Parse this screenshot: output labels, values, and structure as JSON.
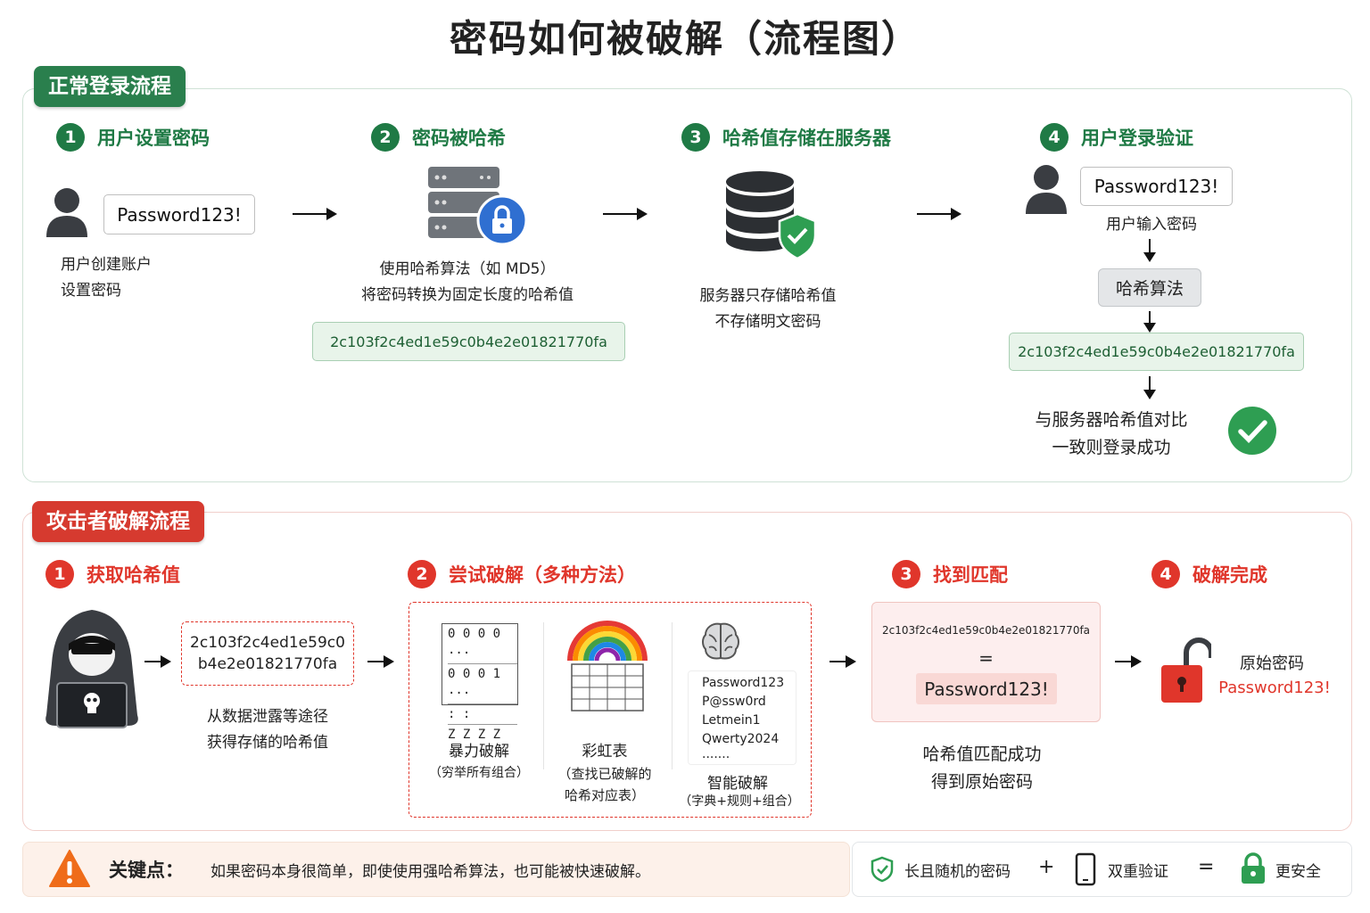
{
  "title": "密码如何被破解（流程图）",
  "normal": {
    "tag": "正常登录流程",
    "steps": [
      {
        "num": "1",
        "title": "用户设置密码",
        "password": "Password123!",
        "desc_lines": [
          "用户创建账户",
          "设置密码"
        ]
      },
      {
        "num": "2",
        "title": "密码被哈希",
        "desc_lines": [
          "使用哈希算法（如 MD5）",
          "将密码转换为固定长度的哈希值"
        ],
        "hash": "2c103f2c4ed1e59c0b4e2e01821770fa"
      },
      {
        "num": "3",
        "title": "哈希值存储在服务器",
        "desc_lines": [
          "服务器只存储哈希值",
          "不存储明文密码"
        ]
      },
      {
        "num": "4",
        "title": "用户登录验证",
        "password": "Password123!",
        "input_label": "用户输入密码",
        "algo_label": "哈希算法",
        "hash": "2c103f2c4ed1e59c0b4e2e01821770fa",
        "result_lines": [
          "与服务器哈希值对比",
          "一致则登录成功"
        ]
      }
    ]
  },
  "attack": {
    "tag": "攻击者破解流程",
    "steps": [
      {
        "num": "1",
        "title": "获取哈希值",
        "hash_lines": [
          "2c103f2c4ed1e59c0",
          "b4e2e01821770fa"
        ],
        "desc_lines": [
          "从数据泄露等途径",
          "获得存储的哈希值"
        ]
      },
      {
        "num": "2",
        "title": "尝试破解（多种方法）",
        "brute": {
          "rows": [
            "0 0 0 0 ···",
            "0 0 0 1 ···",
            ":    :",
            "Z Z Z Z ···"
          ],
          "label": "暴力破解",
          "sub": "（穷举所有组合）"
        },
        "rainbow": {
          "label": "彩虹表",
          "sub_lines": [
            "（查找已破解的",
            "哈希对应表）"
          ]
        },
        "smart": {
          "words": [
            "Password123",
            "P@ssw0rd",
            "Letmein1",
            "Qwerty2024",
            "·······"
          ],
          "label": "智能破解",
          "sub": "（字典+规则+组合）"
        }
      },
      {
        "num": "3",
        "title": "找到匹配",
        "hash": "2c103f2c4ed1e59c0b4e2e01821770fa",
        "equals": "=",
        "password": "Password123!",
        "desc_lines": [
          "哈希值匹配成功",
          "得到原始密码"
        ]
      },
      {
        "num": "4",
        "title": "破解完成",
        "label": "原始密码",
        "password": "Password123!"
      }
    ]
  },
  "keypoint": {
    "label": "关键点：",
    "text": "如果密码本身很简单，即使使用强哈希算法，也可能被快速破解。"
  },
  "formula": {
    "item1": "长且随机的密码",
    "plus": "+",
    "item2": "双重验证",
    "equals": "=",
    "result": "更安全"
  },
  "colors": {
    "green": "#1f7a45",
    "red": "#e0362b",
    "hash_bg": "#e8f4ea"
  }
}
